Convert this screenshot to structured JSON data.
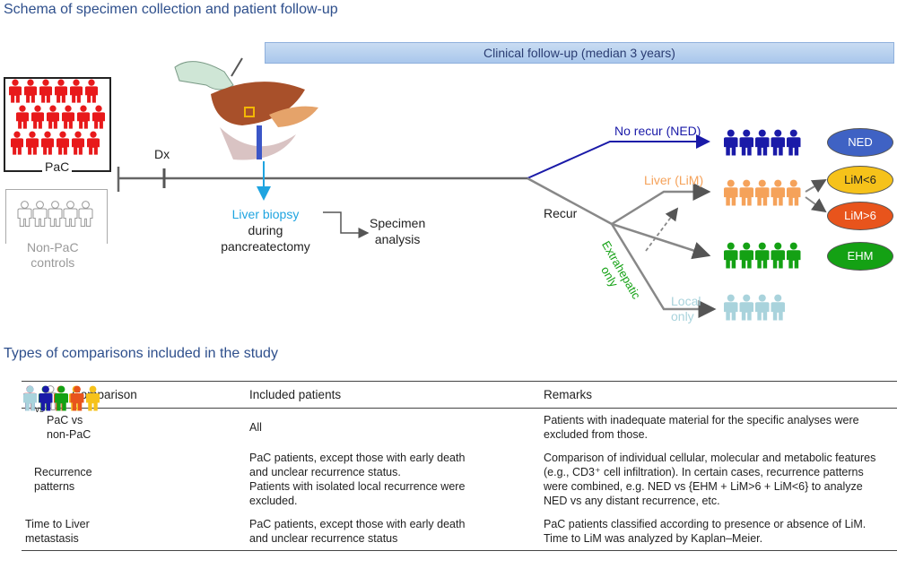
{
  "schema_title": "Schema of specimen collection and patient follow-up",
  "followup_banner": "Clinical follow-up (median 3 years)",
  "pac_label": "PaC",
  "non_pac_label_1": "Non-PaC",
  "non_pac_label_2": "controls",
  "dx_label": "Dx",
  "biopsy_1": "Liver biopsy",
  "biopsy_2": "during",
  "biopsy_3": "pancreatectomy",
  "specimen_1": "Specimen",
  "specimen_2": "analysis",
  "recur_label": "Recur",
  "no_recur_label": "No recur (NED)",
  "liver_label": "Liver (LiM)",
  "extrahepatic_1": "Extrahepatic",
  "extrahepatic_2": "only",
  "local_1": "Local",
  "local_2": "only",
  "outcomes": {
    "ned": "NED",
    "lim_lt6": "LiM<6",
    "lim_gt6": "LiM>6",
    "ehm": "EHM"
  },
  "colors": {
    "pac_red": "#e8191b",
    "ned_blue": "#1a1aa8",
    "lim_orange": "#f5a25a",
    "ehm_green": "#14a114",
    "local_lightblue": "#a9d3dc",
    "control_gray": "#999999",
    "lim_lt6_yellow": "#f6c21a",
    "lim_gt6_orange": "#e8541c",
    "ned_pill_blue": "#3f62c4",
    "title_blue": "#2e4f8c",
    "biopsy_cyan": "#1fa4e0"
  },
  "comparisons_title": "Types of comparisons included in the study",
  "table": {
    "headers": [
      "Comparison",
      "Included patients",
      "Remarks"
    ],
    "rows": [
      {
        "comparison": [
          "PaC vs",
          "non-PaC"
        ],
        "vs": "vs",
        "included": [
          "All"
        ],
        "remarks": [
          "Patients with inadequate material for the specific analyses were",
          "excluded from those."
        ]
      },
      {
        "comparison": [
          "Recurrence",
          "patterns"
        ],
        "included": [
          "PaC patients, except those with early death",
          "and unclear recurrence status.",
          "Patients with isolated local recurrence were",
          "excluded."
        ],
        "remarks": [
          "Comparison of individual cellular, molecular and metabolic features",
          "(e.g., CD3⁺ cell infiltration). In certain cases, recurrence patterns",
          "were combined, e.g. NED vs {EHM + LiM>6 + LiM<6} to analyze",
          "NED vs any distant recurrence, etc."
        ]
      },
      {
        "comparison": [
          "Time to Liver",
          "metastasis"
        ],
        "included": [
          "PaC patients, except those with early death",
          "and unclear recurrence status"
        ],
        "remarks": [
          "PaC patients classified according to presence or absence of LiM.",
          "Time to LiM was analyzed by Kaplan–Meier."
        ]
      }
    ]
  }
}
